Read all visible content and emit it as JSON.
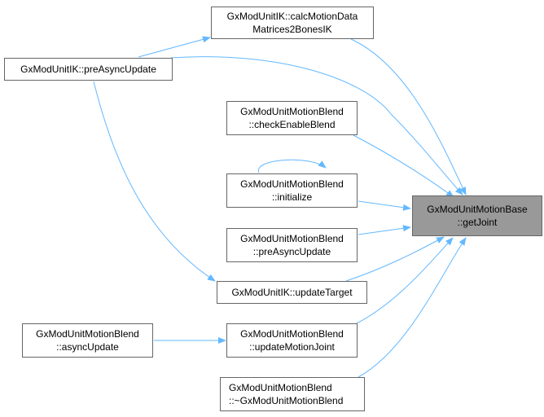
{
  "colors": {
    "edge": "#63b8ff",
    "current_fill": "#999999",
    "node_border": "#666666"
  },
  "nodes": {
    "calc": {
      "line1": "GxModUnitIK::calcMotionData",
      "line2": "Matrices2BonesIK"
    },
    "ik_pre": {
      "line1": "GxModUnitIK::preAsyncUpdate"
    },
    "check": {
      "line1": "GxModUnitMotionBlend",
      "line2": "::checkEnableBlend"
    },
    "init": {
      "line1": "GxModUnitMotionBlend",
      "line2": "::initialize"
    },
    "getjoint": {
      "line1": "GxModUnitMotionBase",
      "line2": "::getJoint"
    },
    "blend_pre": {
      "line1": "GxModUnitMotionBlend",
      "line2": "::preAsyncUpdate"
    },
    "update_target": {
      "line1": "GxModUnitIK::updateTarget"
    },
    "update_joint": {
      "line1": "GxModUnitMotionBlend",
      "line2": "::updateMotionJoint"
    },
    "async": {
      "line1": "GxModUnitMotionBlend",
      "line2": "::asyncUpdate"
    },
    "dtor": {
      "line1": "GxModUnitMotionBlend",
      "line2": "::~GxModUnitMotionBlend"
    }
  }
}
